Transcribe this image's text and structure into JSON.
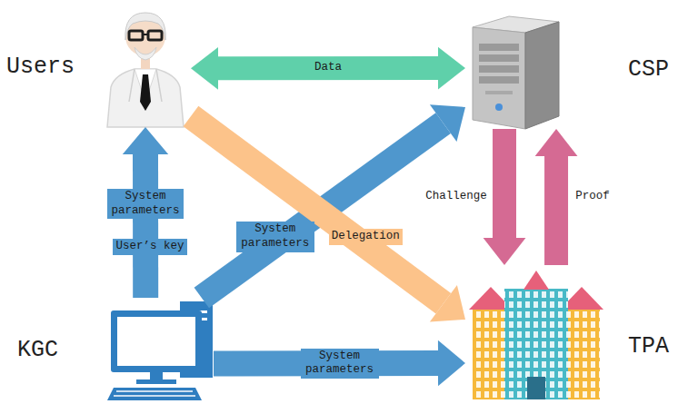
{
  "diagram": {
    "nodes": [
      {
        "text": [
          "Users"
        ]
      },
      {
        "text": [
          "CSP"
        ]
      },
      {
        "text": [
          "KGC"
        ]
      },
      {
        "text": [
          "TPA"
        ]
      }
    ],
    "edges": [
      {
        "from": 0,
        "to": 1,
        "arrow": "both",
        "label": "Data"
      },
      {
        "from": 2,
        "to": 0,
        "arrow": "to",
        "label": "System parameters"
      },
      {
        "from": 2,
        "to": 1,
        "arrow": "to",
        "label": "System parameters"
      },
      {
        "from": 0,
        "to": 3,
        "arrow": "to",
        "label": "Delegation"
      },
      {
        "from": 2,
        "to": 3,
        "arrow": "to",
        "label": "System parameters"
      },
      {
        "from": 1,
        "to": 3,
        "arrow": "to",
        "label": "Challenge"
      },
      {
        "from": 3,
        "to": 1,
        "arrow": "to",
        "label": "Proof"
      }
    ],
    "labels": [
      "User’s key"
    ]
  }
}
